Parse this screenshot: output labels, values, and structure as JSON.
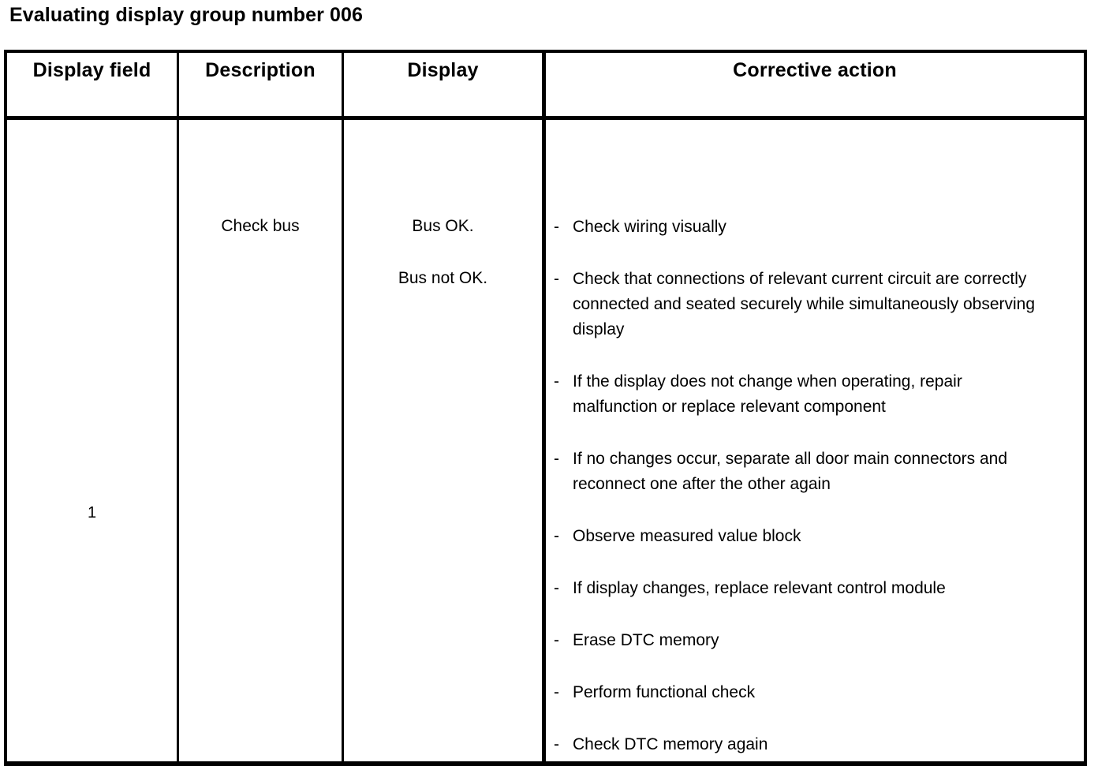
{
  "title": "Evaluating display group number 006",
  "table": {
    "headers": [
      {
        "key": "display_field",
        "label": "Display field"
      },
      {
        "key": "description",
        "label": "Description"
      },
      {
        "key": "display",
        "label": "Display"
      },
      {
        "key": "corrective_action",
        "label": "Corrective action"
      }
    ],
    "rows": [
      {
        "display_field": "1",
        "description": "Check bus",
        "display": [
          "Bus OK.",
          "Bus not OK."
        ],
        "corrective_action": {
          "bullet_marker": "-",
          "items": [
            "Check wiring visually",
            "Check that connections of relevant current circuit are correctly connected and seated securely while simultaneously observing display",
            "If the display does not change when operating, repair malfunction or replace relevant component",
            "If no changes occur, separate all door main connectors and reconnect one after the other again",
            "Observe measured value block",
            "If display changes, replace relevant control module",
            "Erase DTC memory",
            "Perform functional check",
            "Check DTC memory again"
          ]
        }
      }
    ]
  },
  "colors": {
    "text": "#000000",
    "background": "#ffffff",
    "border": "#000000"
  }
}
